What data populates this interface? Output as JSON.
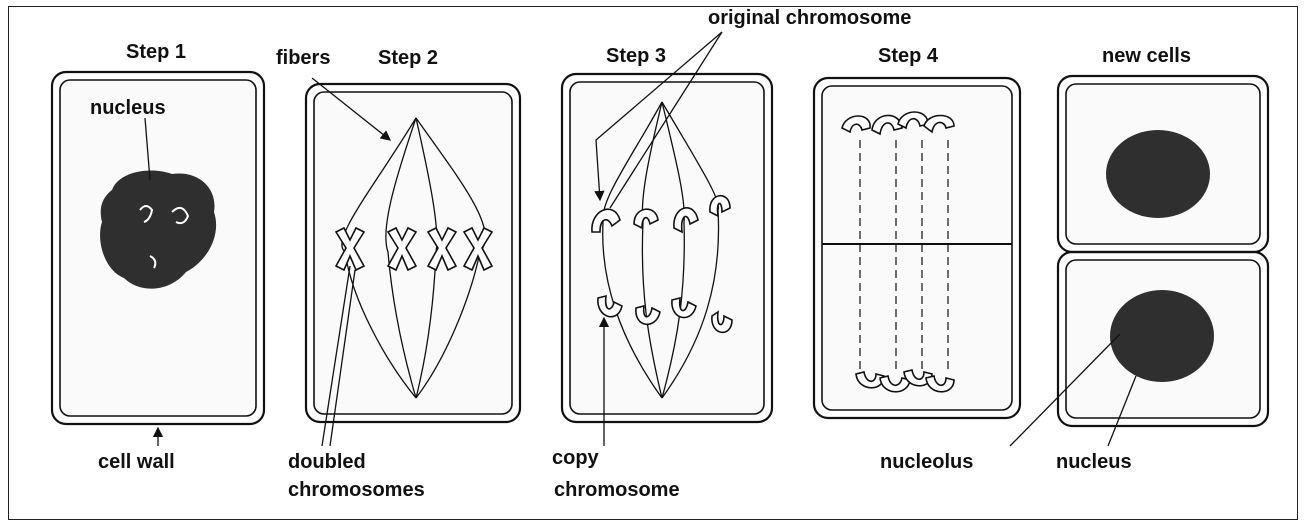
{
  "labels": {
    "step1": "Step 1",
    "step2": "Step 2",
    "step3": "Step 3",
    "step4": "Step 4",
    "new_cells": "new cells",
    "nucleus_top": "nucleus",
    "fibers": "fibers",
    "original_chromosome": "original chromosome",
    "cell_wall": "cell wall",
    "doubled_line1": "doubled",
    "doubled_line2": "chromosomes",
    "copy_line1": "copy",
    "copy_line2": "chromosome",
    "nucleolus": "nucleolus",
    "nucleus_bottom": "nucleus"
  },
  "colors": {
    "ink": "#111111",
    "nucleus_fill": "#2f2f2f",
    "cell_fill": "#fafafa"
  }
}
